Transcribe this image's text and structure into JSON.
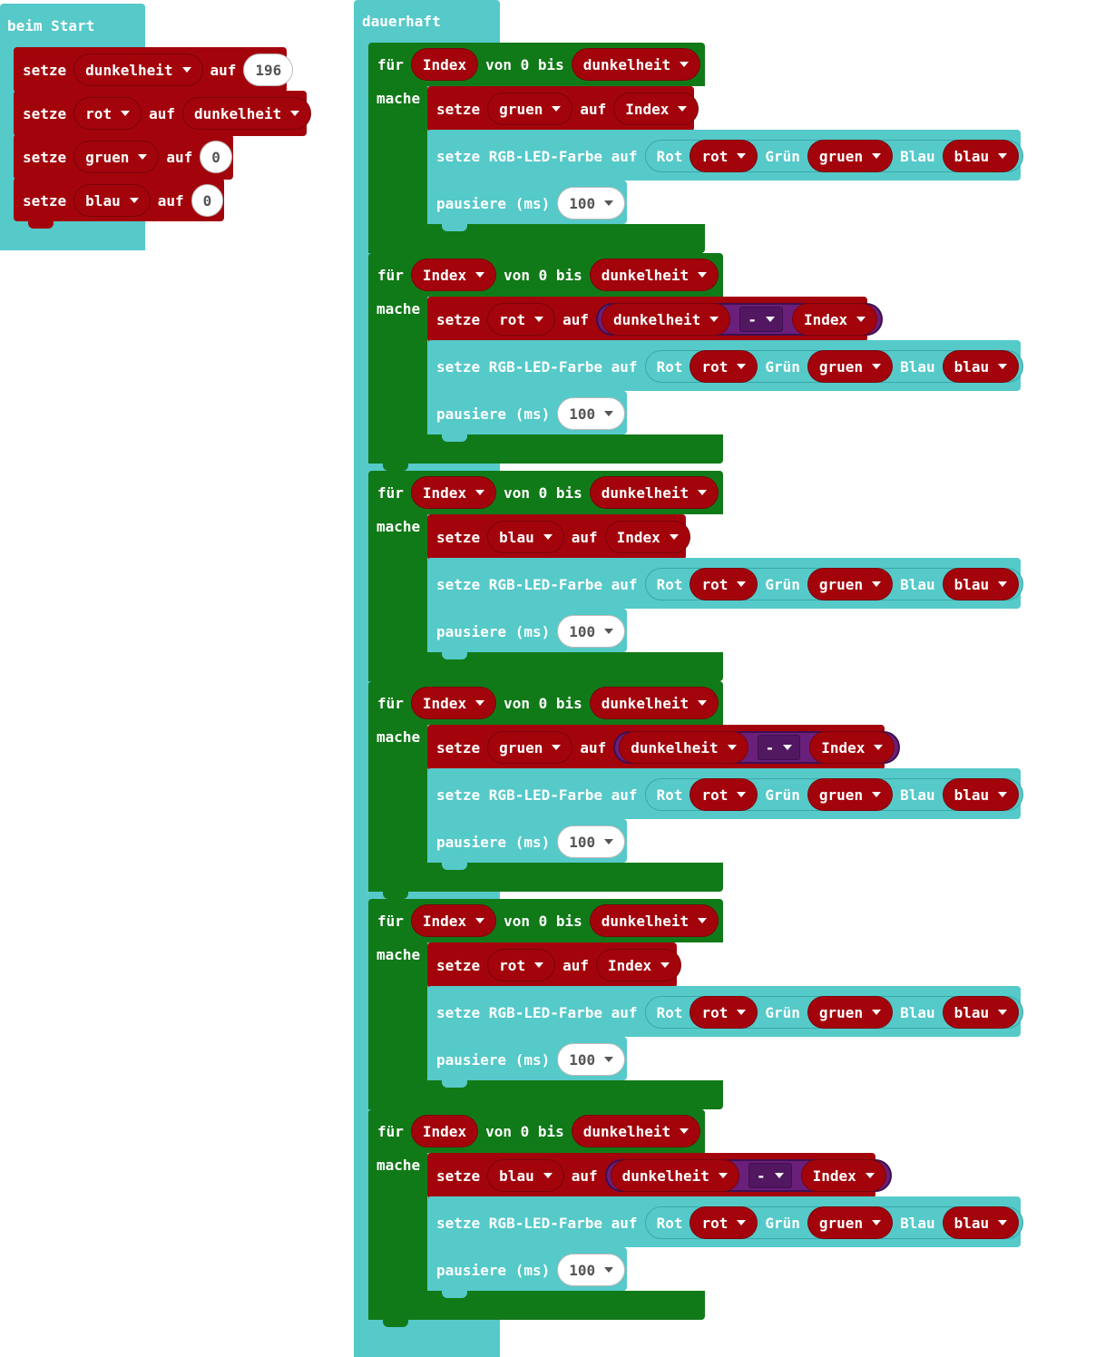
{
  "colors": {
    "events": "#56c9c9",
    "loops": "#117a18",
    "variables": "#a3040c",
    "math": "#6a1f7a",
    "number_bg": "#ffffff"
  },
  "on_start": {
    "hat_label": "beim Start",
    "statements": [
      {
        "kw_set": "setze",
        "var": "dunkelheit",
        "kw_to": "auf",
        "value": "196"
      },
      {
        "kw_set": "setze",
        "var": "rot",
        "kw_to": "auf",
        "value": "dunkelheit"
      },
      {
        "kw_set": "setze",
        "var": "gruen",
        "kw_to": "auf",
        "value": "0"
      },
      {
        "kw_set": "setze",
        "var": "blau",
        "kw_to": "auf",
        "value": "0"
      }
    ]
  },
  "forever": {
    "hat_label": "dauerhaft",
    "loops": [
      {
        "kw_for": "für",
        "var": "Index",
        "kw_from": "von 0 bis",
        "limit": "dunkelheit",
        "kw_do": "mache",
        "set": {
          "kw_set": "setze",
          "var": "gruen",
          "kw_to": "auf",
          "expr_left": "Index",
          "op": "",
          "expr_right": ""
        },
        "rgb": {
          "label": "setze RGB-LED-Farbe auf",
          "r_label": "Rot",
          "r": "rot",
          "g_label": "Grün",
          "g": "gruen",
          "b_label": "Blau",
          "b": "blau"
        },
        "pause": {
          "label": "pausiere (ms)",
          "value": "100"
        }
      },
      {
        "kw_for": "für",
        "var": "Index",
        "kw_from": "von 0 bis",
        "limit": "dunkelheit",
        "kw_do": "mache",
        "set": {
          "kw_set": "setze",
          "var": "rot",
          "kw_to": "auf",
          "expr_left": "dunkelheit",
          "op": "-",
          "expr_right": "Index"
        },
        "rgb": {
          "label": "setze RGB-LED-Farbe auf",
          "r_label": "Rot",
          "r": "rot",
          "g_label": "Grün",
          "g": "gruen",
          "b_label": "Blau",
          "b": "blau"
        },
        "pause": {
          "label": "pausiere (ms)",
          "value": "100"
        }
      },
      {
        "kw_for": "für",
        "var": "Index",
        "kw_from": "von 0 bis",
        "limit": "dunkelheit",
        "kw_do": "mache",
        "set": {
          "kw_set": "setze",
          "var": "blau",
          "kw_to": "auf",
          "expr_left": "Index",
          "op": "",
          "expr_right": ""
        },
        "rgb": {
          "label": "setze RGB-LED-Farbe auf",
          "r_label": "Rot",
          "r": "rot",
          "g_label": "Grün",
          "g": "gruen",
          "b_label": "Blau",
          "b": "blau"
        },
        "pause": {
          "label": "pausiere (ms)",
          "value": "100"
        }
      },
      {
        "kw_for": "für",
        "var": "Index",
        "kw_from": "von 0 bis",
        "limit": "dunkelheit",
        "kw_do": "mache",
        "set": {
          "kw_set": "setze",
          "var": "gruen",
          "kw_to": "auf",
          "expr_left": "dunkelheit",
          "op": "-",
          "expr_right": "Index"
        },
        "rgb": {
          "label": "setze RGB-LED-Farbe auf",
          "r_label": "Rot",
          "r": "rot",
          "g_label": "Grün",
          "g": "gruen",
          "b_label": "Blau",
          "b": "blau"
        },
        "pause": {
          "label": "pausiere (ms)",
          "value": "100"
        }
      },
      {
        "kw_for": "für",
        "var": "Index",
        "kw_from": "von 0 bis",
        "limit": "dunkelheit",
        "kw_do": "mache",
        "set": {
          "kw_set": "setze",
          "var": "rot",
          "kw_to": "auf",
          "expr_left": "Index",
          "op": "",
          "expr_right": ""
        },
        "rgb": {
          "label": "setze RGB-LED-Farbe auf",
          "r_label": "Rot",
          "r": "rot",
          "g_label": "Grün",
          "g": "gruen",
          "b_label": "Blau",
          "b": "blau"
        },
        "pause": {
          "label": "pausiere (ms)",
          "value": "100"
        }
      },
      {
        "kw_for": "für",
        "var": "Index",
        "kw_from": "von 0 bis",
        "limit": "dunkelheit",
        "kw_do": "mache",
        "set": {
          "kw_set": "setze",
          "var": "blau",
          "kw_to": "auf",
          "expr_left": "dunkelheit",
          "op": "-",
          "expr_right": "Index"
        },
        "rgb": {
          "label": "setze RGB-LED-Farbe auf",
          "r_label": "Rot",
          "r": "rot",
          "g_label": "Grün",
          "g": "gruen",
          "b_label": "Blau",
          "b": "blau"
        },
        "pause": {
          "label": "pausiere (ms)",
          "value": "100"
        }
      }
    ]
  }
}
